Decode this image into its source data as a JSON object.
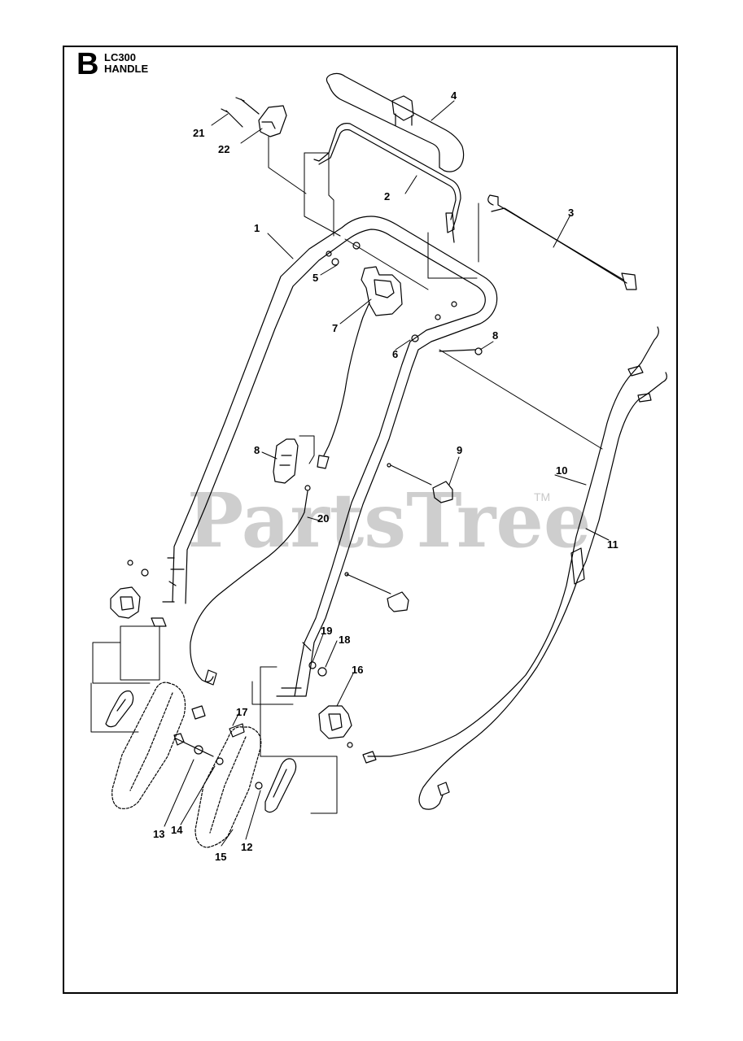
{
  "section": {
    "letter": "B",
    "model": "LC300",
    "title": "HANDLE"
  },
  "watermark": {
    "text": "PartsTree",
    "tm": "TM"
  },
  "callouts": [
    "1",
    "2",
    "3",
    "4",
    "5",
    "6",
    "7",
    "8",
    "8",
    "9",
    "10",
    "11",
    "12",
    "13",
    "14",
    "15",
    "16",
    "17",
    "18",
    "19",
    "20",
    "21",
    "22"
  ],
  "colors": {
    "line": "#000000",
    "watermark": "#c9c9c9",
    "background": "#ffffff"
  }
}
